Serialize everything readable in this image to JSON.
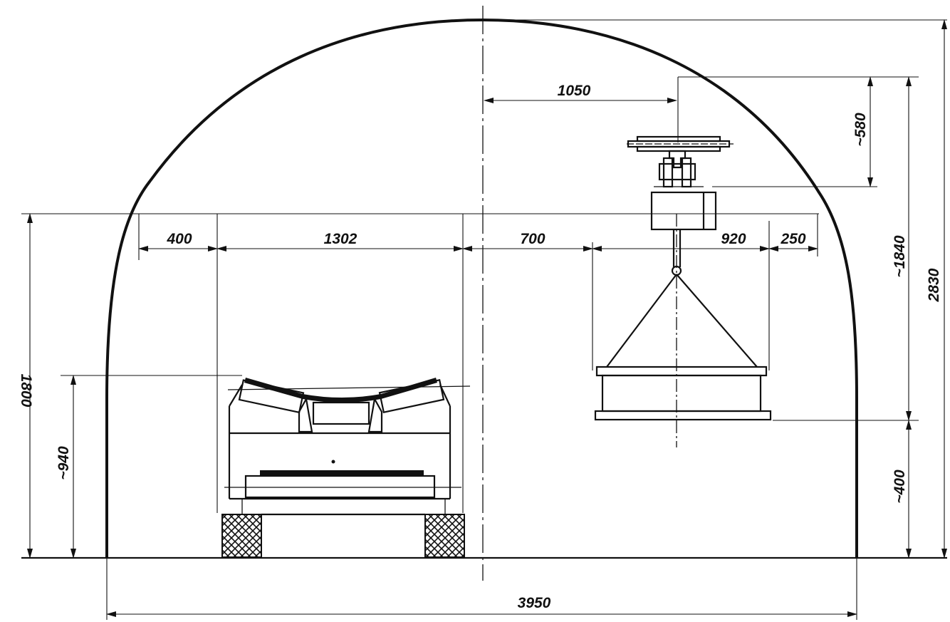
{
  "dimensions": {
    "total_width": "3950",
    "offset_1050": "1050",
    "monorail_drop": "~580",
    "monorail_clear": "~1840",
    "total_height": "2830",
    "left_clear": "400",
    "conveyor_width": "1302",
    "gap_700": "700",
    "load_width": "920",
    "right_clear": "250",
    "conveyor_zone": "1800",
    "conveyor_height": "~940",
    "floor_clear": "~400"
  },
  "colors": {
    "ink": "#111111",
    "paper": "#ffffff"
  }
}
